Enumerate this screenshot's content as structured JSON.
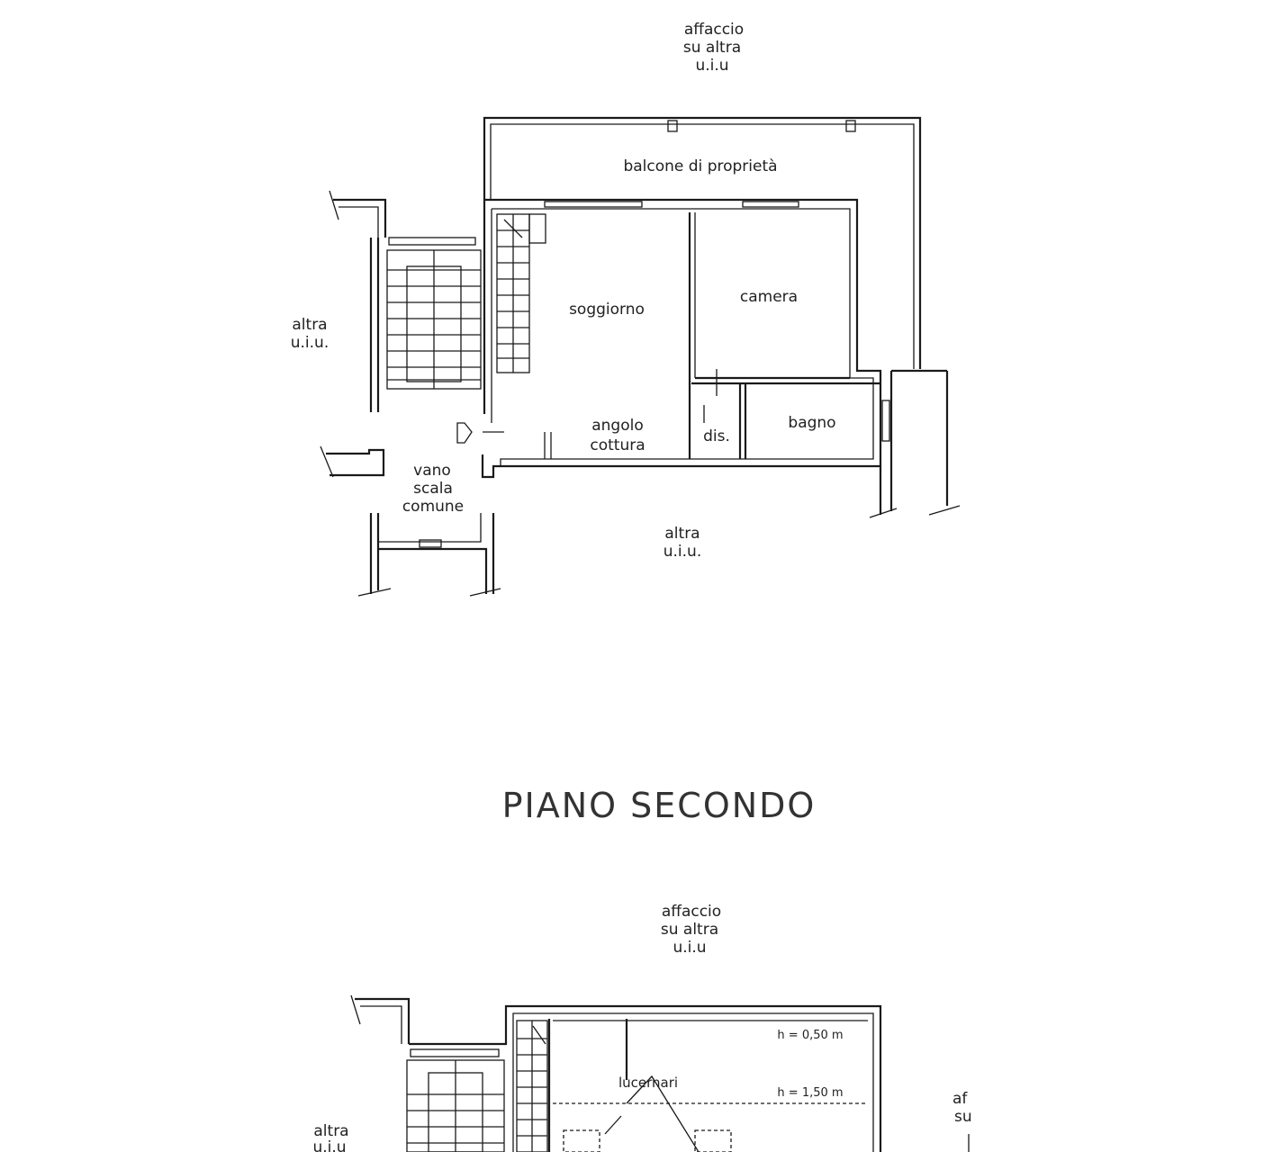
{
  "plan_top": {
    "label_top": [
      "affaccio",
      "su altra",
      "u.i.u"
    ],
    "balcony": "balcone di proprietà",
    "living": "soggiorno",
    "bedroom": "camera",
    "kitchen": [
      "angolo",
      "cottura"
    ],
    "closet": "dis.",
    "bathroom": "bagno",
    "stair": [
      "vano",
      "scala",
      "comune"
    ],
    "left_unit": [
      "altra",
      "u.i.u."
    ],
    "bottom_unit": [
      "altra",
      "u.i.u."
    ]
  },
  "floor_title": "PIANO SECONDO",
  "plan_bottom": {
    "label_top": [
      "affaccio",
      "su altra",
      "u.i.u"
    ],
    "skylights": "lucernari",
    "height_1": "h = 0,50 m",
    "height_2": "h = 1,50 m",
    "left_unit": [
      "altra",
      "u.i.u"
    ],
    "right_cut": [
      "af",
      "su"
    ]
  }
}
